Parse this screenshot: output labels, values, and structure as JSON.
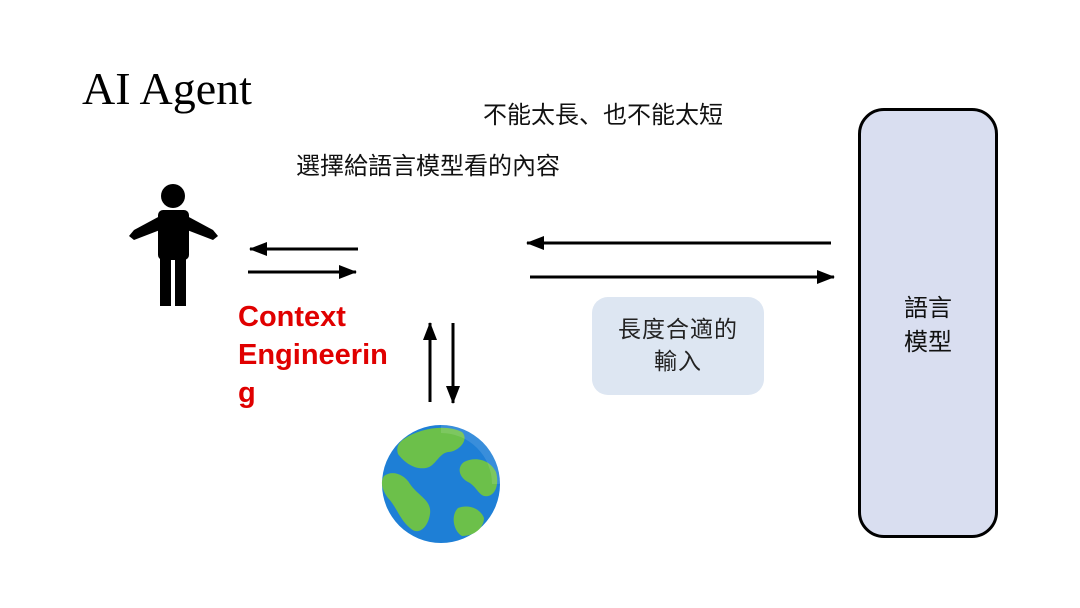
{
  "title": "AI Agent",
  "note_length": "不能太長、也不能太短",
  "note_select": "選擇給語言模型看的內容",
  "context_engineering": "Context\nEngineerin\ng",
  "input_box": "長度合適的\n輸入",
  "language_model": "語言\n模型",
  "colors": {
    "accent_text": "#e00000",
    "input_box_fill": "#dde6f2",
    "model_box_fill": "#d9def0",
    "earth_ocean": "#1e7fd6",
    "earth_land": "#6cc04a"
  },
  "icons": [
    "person-icon",
    "earth-icon"
  ]
}
